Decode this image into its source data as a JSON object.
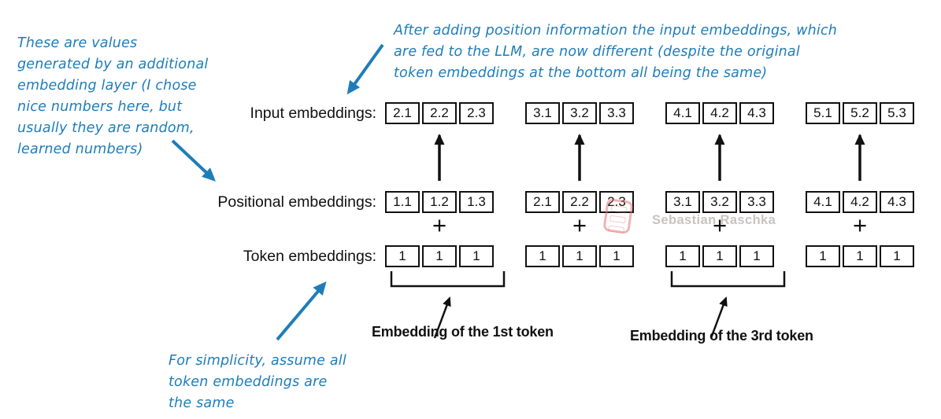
{
  "colors": {
    "annotation_blue": "#1e7db9",
    "text_black": "#111111",
    "watermark_red": "#e06969",
    "watermark_text": "#c9c3c3"
  },
  "annotations": {
    "top_left": {
      "lines": [
        "These are values",
        "generated by an additional",
        "embedding layer (I chose",
        "nice numbers here, but",
        "usually they are random,",
        "learned numbers)"
      ]
    },
    "top_right": {
      "lines": [
        "After adding position information the input embeddings, which",
        "are fed to the LLM, are now different (despite the original",
        "token embeddings at the bottom all being the same)"
      ]
    },
    "bottom": {
      "lines": [
        "For simplicity, assume all",
        "token embeddings are",
        "the same"
      ]
    }
  },
  "rows": {
    "input": {
      "label": "Input embeddings:",
      "groups": [
        [
          "2.1",
          "2.2",
          "2.3"
        ],
        [
          "3.1",
          "3.2",
          "3.3"
        ],
        [
          "4.1",
          "4.2",
          "4.3"
        ],
        [
          "5.1",
          "5.2",
          "5.3"
        ]
      ]
    },
    "positional": {
      "label": "Positional embeddings:",
      "groups": [
        [
          "1.1",
          "1.2",
          "1.3"
        ],
        [
          "2.1",
          "2.2",
          "2.3"
        ],
        [
          "3.1",
          "3.2",
          "3.3"
        ],
        [
          "4.1",
          "4.2",
          "4.3"
        ]
      ]
    },
    "token": {
      "label": "Token embeddings:",
      "groups": [
        [
          "1",
          "1",
          "1"
        ],
        [
          "1",
          "1",
          "1"
        ],
        [
          "1",
          "1",
          "1"
        ],
        [
          "1",
          "1",
          "1"
        ]
      ]
    }
  },
  "operators": {
    "plus": "+"
  },
  "captions": {
    "first_token": "Embedding of the 1st token",
    "third_token": "Embedding of the 3rd token"
  },
  "watermark": {
    "name": "Sebastian Raschka"
  }
}
